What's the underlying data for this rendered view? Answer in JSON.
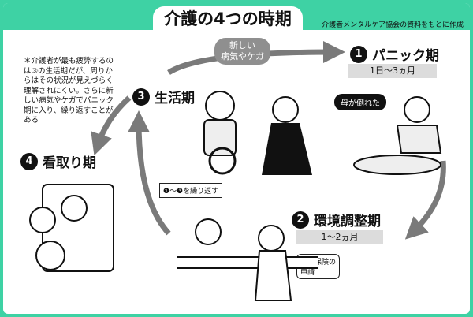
{
  "title": "介護の4つの時期",
  "source": "介護者メンタルケア協会の資料をもとに作成",
  "note": "＊介護者が最も疲弊するのは③の生活期だが、周りからはその状況が見えづらく理解されにくい。さらに新しい病気やケガでパニック期に入り、繰り返すことがある",
  "cycle_label": "新しい\n病気やケガ",
  "repeat_label": "❶〜❸を繰り返す",
  "phases": [
    {
      "num": "1",
      "name": "パニック期",
      "period": "1日〜3ヵ月",
      "speech": "母が倒れた"
    },
    {
      "num": "2",
      "name": "環境調整期",
      "period": "1〜2ヵ月",
      "speech": "介護保険の\n申請"
    },
    {
      "num": "3",
      "name": "生活期"
    },
    {
      "num": "4",
      "name": "看取り期"
    }
  ],
  "colors": {
    "accent": "#3ed2a4",
    "period_bg": "#dcdcdc",
    "arrow": "#7a7a7a"
  }
}
